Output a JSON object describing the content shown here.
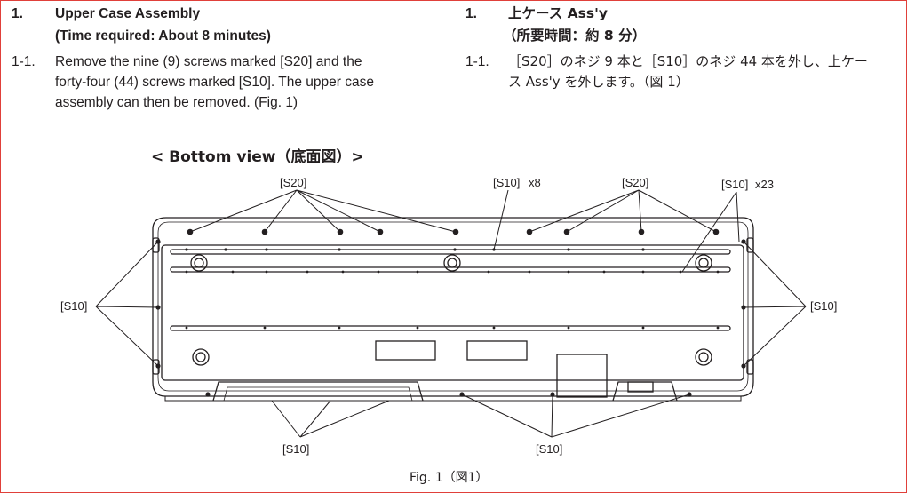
{
  "left": {
    "section_number": "1.",
    "title": "Upper Case Assembly",
    "subtitle": "(Time required: About 8 minutes)",
    "step_number": "1-1.",
    "step_lines": [
      "Remove the nine (9) screws marked [S20] and the",
      "forty-four (44) screws marked [S10]. The upper case",
      "assembly can then be removed. (Fig. 1)"
    ]
  },
  "right": {
    "section_number": "1.",
    "title": "上ケース Ass'y",
    "subtitle": "（所要時間：約 8 分）",
    "step_number": "1-1.",
    "step_lines": [
      "［S20］のネジ 9 本と［S10］のネジ 44 本を外し、上ケー",
      "ス Ass'y を外します。（図 1）"
    ]
  },
  "figure": {
    "view_title": "< Bottom view（底面図）>",
    "callouts": {
      "s20_left": "[S20]",
      "s10_x8": "[S10]",
      "s10_x8_count": "x8",
      "s20_right": "[S20]",
      "s10_x23": "[S10]",
      "s10_x23_count": "x23",
      "s10_left_side": "[S10]",
      "s10_right_side": "[S10]",
      "s10_bottom_left": "[S10]",
      "s10_bottom_right": "[S10]"
    },
    "caption": "Fig. 1（図1）"
  }
}
